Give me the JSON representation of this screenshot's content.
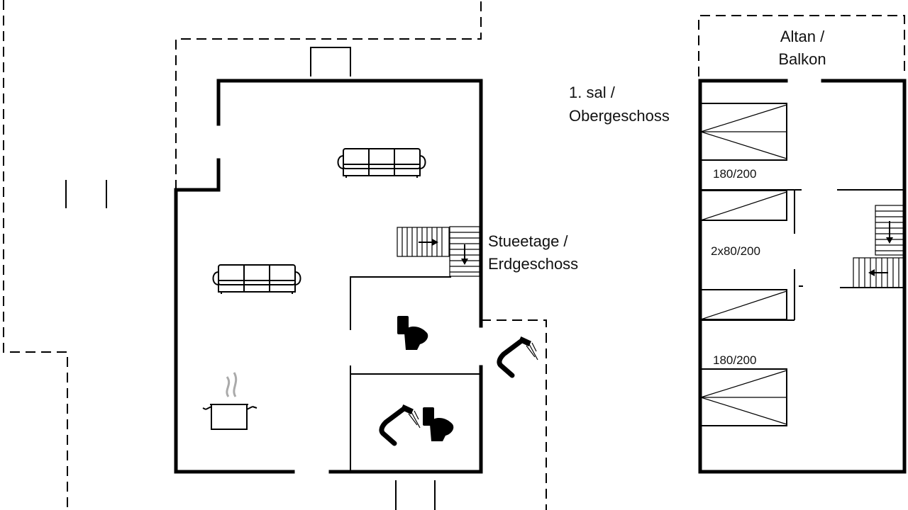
{
  "labels": {
    "ground_floor_line1": "Stueetage /",
    "ground_floor_line2": "Erdgeschoss",
    "first_floor_line1": "1. sal /",
    "first_floor_line2": "Obergeschoss",
    "balcony_line1": "Altan /",
    "balcony_line2": "Balkon"
  },
  "beds": {
    "top": "180/200",
    "middle": "2x80/200",
    "bottom": "180/200"
  },
  "icons": [
    "sofa-icon",
    "sofa-icon",
    "stairs-icon",
    "toilet-icon",
    "toilet-icon",
    "shower-icon",
    "shower-icon",
    "cooking-pot-icon",
    "double-bed-icon",
    "single-bed-icon"
  ]
}
